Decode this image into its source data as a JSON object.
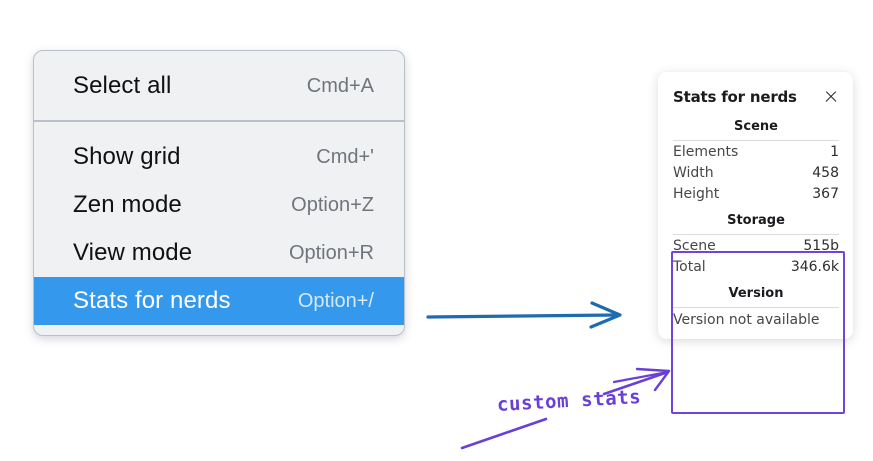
{
  "menu": {
    "name": "context-menu",
    "sections": [
      {
        "items": [
          {
            "label": "Select all",
            "shortcut": "Cmd+A",
            "selected": false
          }
        ]
      },
      {
        "items": [
          {
            "label": "Show grid",
            "shortcut": "Cmd+'",
            "selected": false
          },
          {
            "label": "Zen mode",
            "shortcut": "Option+Z",
            "selected": false
          },
          {
            "label": "View mode",
            "shortcut": "Option+R",
            "selected": false
          },
          {
            "label": "Stats for nerds",
            "shortcut": "Option+/",
            "selected": true
          }
        ]
      }
    ],
    "highlight_color": "#3498ed"
  },
  "stats_panel": {
    "title": "Stats for nerds",
    "close_icon": "close-icon",
    "groups": [
      {
        "heading": "Scene",
        "rows": [
          {
            "label": "Elements",
            "value": "1"
          },
          {
            "label": "Width",
            "value": "458"
          },
          {
            "label": "Height",
            "value": "367"
          }
        ]
      },
      {
        "heading": "Storage",
        "rows": [
          {
            "label": "Scene",
            "value": "515b"
          },
          {
            "label": "Total",
            "value": "346.6k"
          }
        ]
      },
      {
        "heading": "Version",
        "note": "Version not available"
      }
    ]
  },
  "annotations": {
    "label": "custom stats",
    "label_color": "#6a3fd6",
    "rect_color": "#7044dd",
    "flow_arrow_color": "#1f6bb0"
  }
}
